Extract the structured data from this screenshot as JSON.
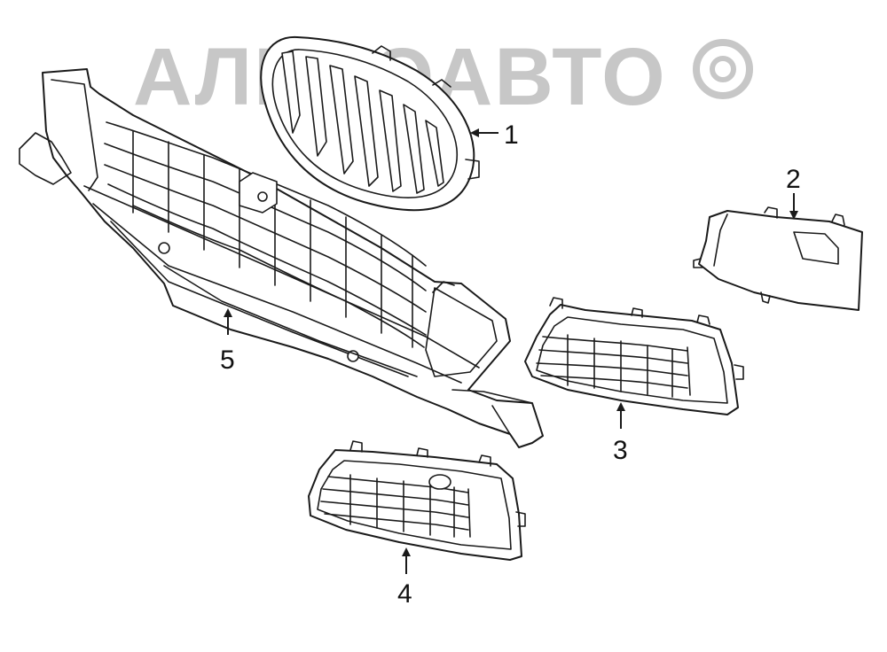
{
  "watermark": {
    "text": "АЛЕБОАВТО",
    "color": "#9a9a9a"
  },
  "callouts": [
    {
      "id": "1",
      "label": "1"
    },
    {
      "id": "2",
      "label": "2"
    },
    {
      "id": "3",
      "label": "3"
    },
    {
      "id": "4",
      "label": "4"
    },
    {
      "id": "5",
      "label": "5"
    }
  ],
  "colors": {
    "line": "#1a1a1a",
    "background": "#ffffff"
  }
}
